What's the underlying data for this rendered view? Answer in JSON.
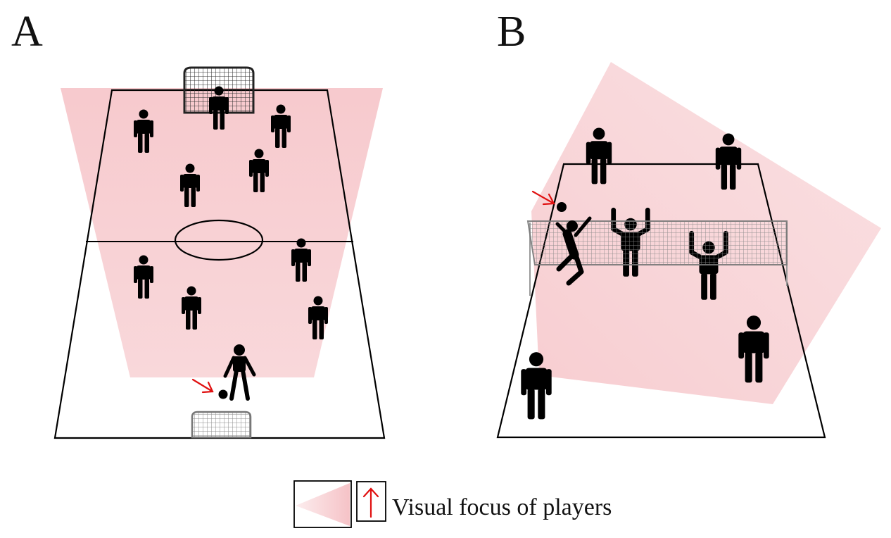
{
  "panels": [
    {
      "label": "A"
    },
    {
      "label": "B"
    }
  ],
  "legend": {
    "text": "Visual focus of players",
    "focus_color": "#f7c9cc",
    "arrow_color": "#e01010"
  },
  "icons": {
    "player": "player-figure-icon",
    "ball": "ball-icon",
    "goal": "goal-net-icon",
    "net": "volleyball-net-icon",
    "focus_arrow": "arrow-icon"
  }
}
